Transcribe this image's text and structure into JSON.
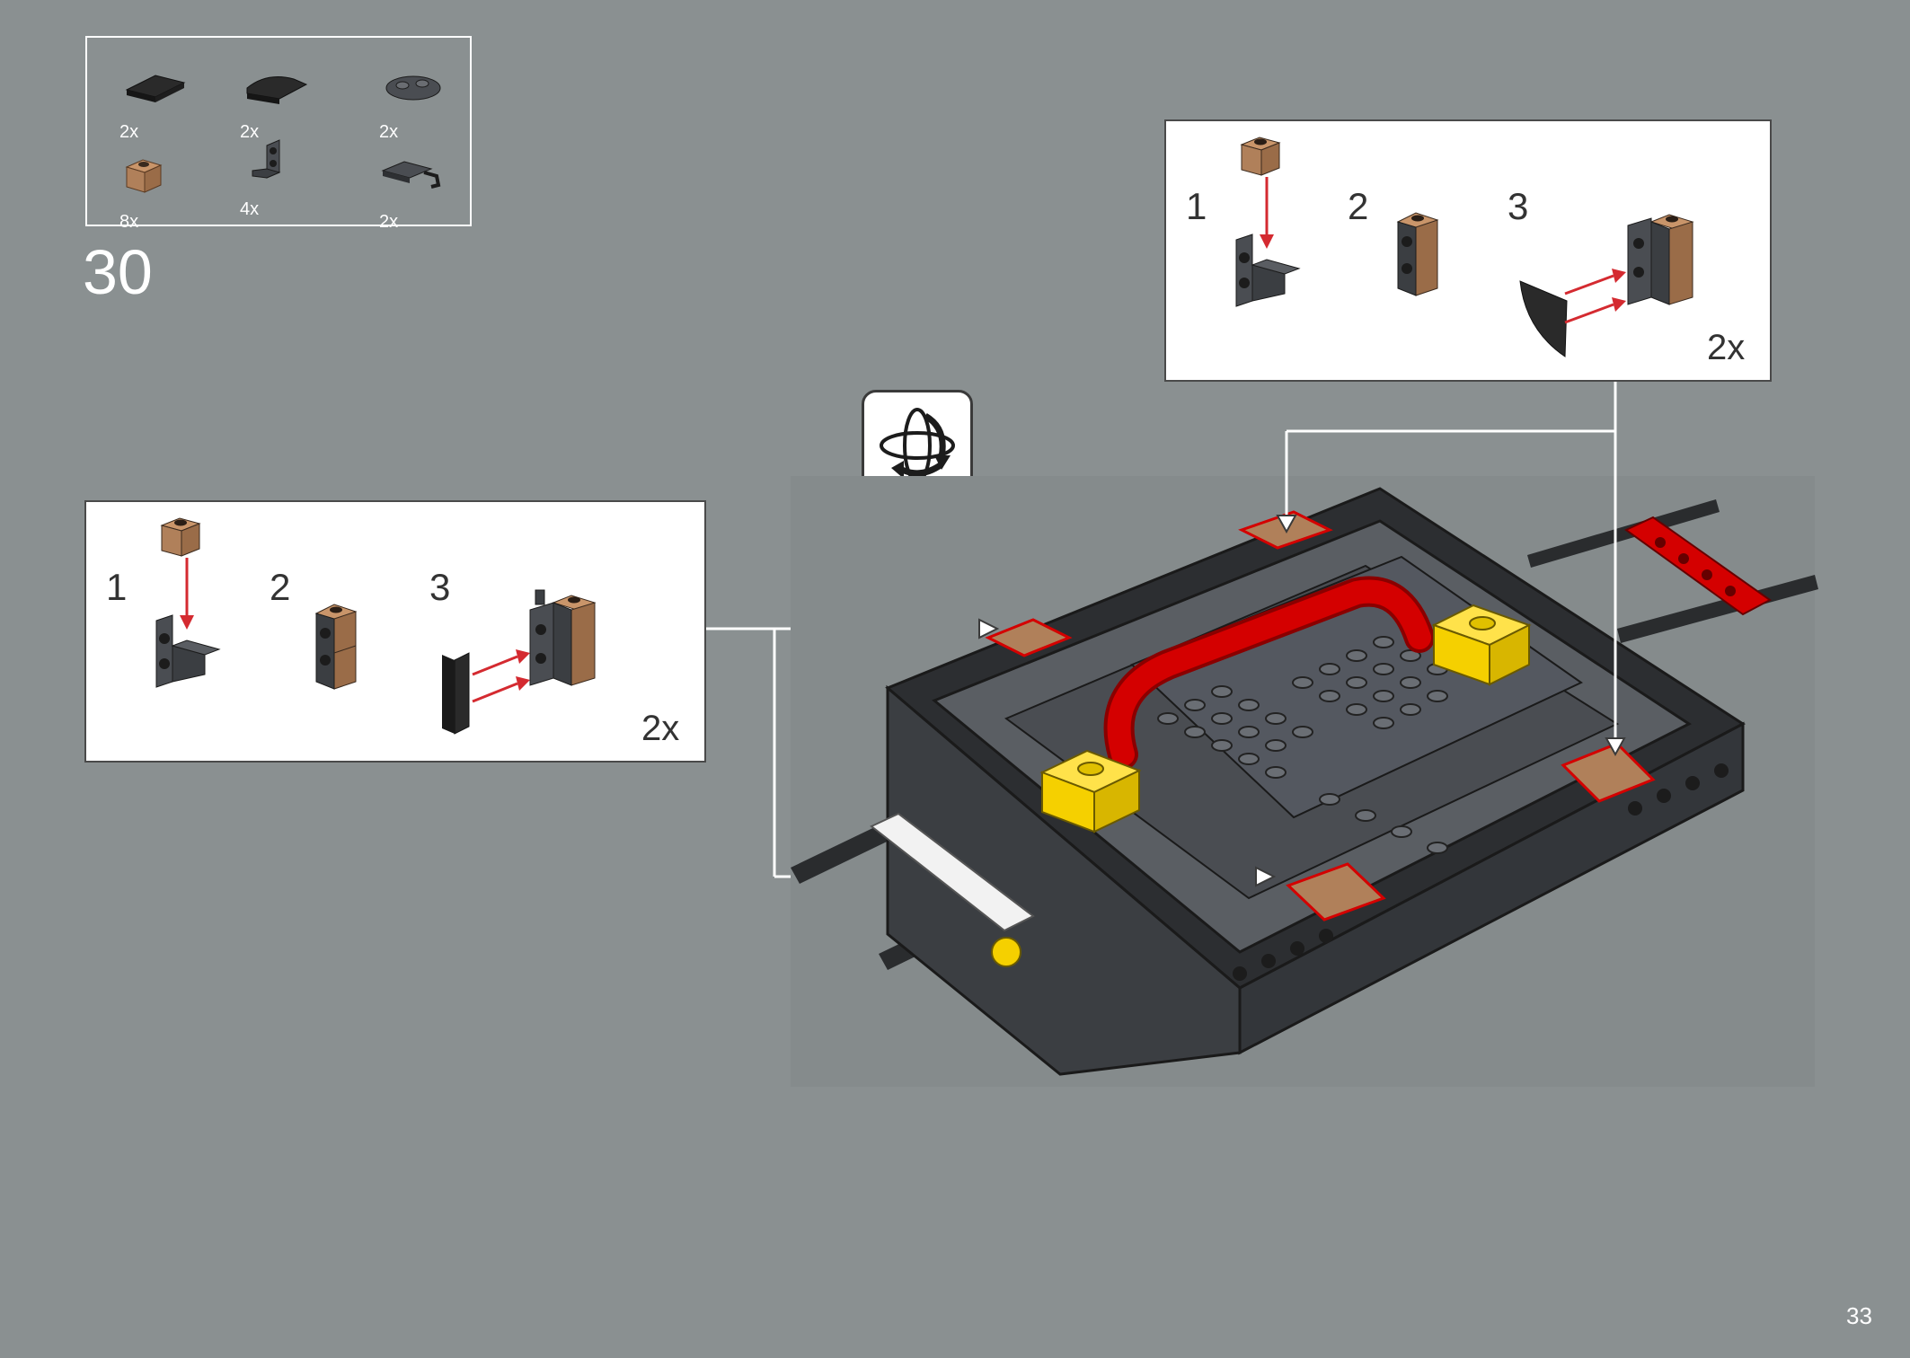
{
  "step": {
    "number": "30"
  },
  "page": {
    "number": "33"
  },
  "parts": [
    {
      "name": "tile-1x2-black",
      "qty": "2x"
    },
    {
      "name": "curved-slope-black",
      "qty": "2x"
    },
    {
      "name": "plate-1x2-rounded-dark-gray",
      "qty": "2x"
    },
    {
      "name": "brick-1x1-medium-nougat",
      "qty": "8x"
    },
    {
      "name": "bracket-1x1-dark-gray",
      "qty": "4x"
    },
    {
      "name": "plate-clip-dark-gray",
      "qty": "2x"
    }
  ],
  "callouts": {
    "left": {
      "substeps": [
        "1",
        "2",
        "3"
      ],
      "multiplier": "2x"
    },
    "right": {
      "substeps": [
        "1",
        "2",
        "3"
      ],
      "multiplier": "2x"
    }
  },
  "colors": {
    "background": "#8a9091",
    "nougat": "#b0805a",
    "dark_gray": "#3b3e42",
    "red": "#d40000",
    "yellow": "#f5d000",
    "arrow_red": "#d42a30"
  },
  "icons": {
    "rotate": "rotate-model-icon"
  }
}
